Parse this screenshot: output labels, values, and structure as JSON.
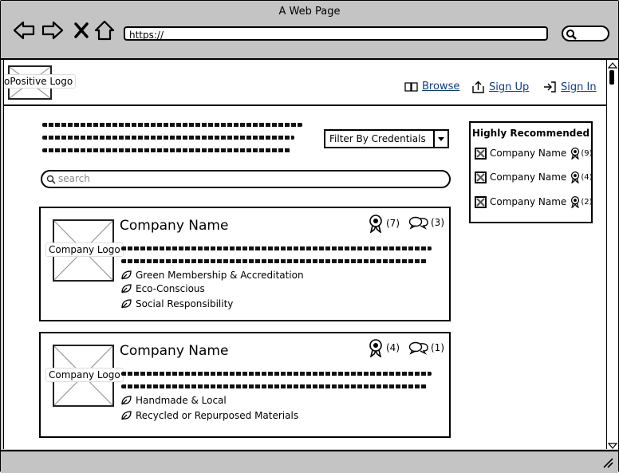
{
  "window": {
    "title": "A Web Page"
  },
  "browser": {
    "url": "https://"
  },
  "header": {
    "logo_label": "oPositive Logo",
    "nav": [
      {
        "label": "Browse",
        "icon": "book-icon"
      },
      {
        "label": "Sign Up",
        "icon": "upload-icon"
      },
      {
        "label": "Sign In",
        "icon": "sign-in-icon"
      }
    ]
  },
  "filter": {
    "label": "Filter By Credentials"
  },
  "search": {
    "placeholder": "search"
  },
  "listings": [
    {
      "logo_label": "Company Logo",
      "name": "Company Name",
      "awards": "(7)",
      "comments": "(3)",
      "features": [
        "Green Membership & Accreditation",
        "Eco-Conscious",
        "Social Responsibility"
      ]
    },
    {
      "logo_label": "Company Logo",
      "name": "Company Name",
      "awards": "(4)",
      "comments": "(1)",
      "features": [
        "Handmade & Local",
        "Recycled or Repurposed Materials"
      ]
    }
  ],
  "recommended": {
    "title": "Highly Recommended",
    "items": [
      {
        "name": "Company Name",
        "count": "(9)"
      },
      {
        "name": "Company Name",
        "count": "(4)"
      },
      {
        "name": "Company Name",
        "count": "(2)"
      }
    ]
  }
}
